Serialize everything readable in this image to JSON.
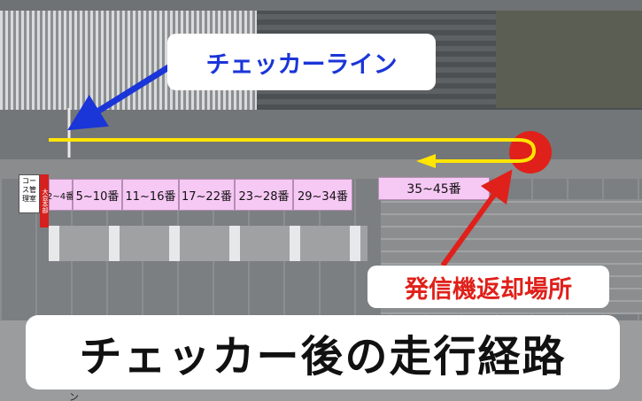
{
  "map": {
    "checker_line_label": "チェッカーライン",
    "return_point_label": "発信機返却場所",
    "main_title": "チェッカー後の走行経路",
    "course_office_label": "コース管理室",
    "hq_label": "大会本部",
    "zones": [
      {
        "id": "z1",
        "label": "2~4番"
      },
      {
        "id": "z2",
        "label": "5~10番"
      },
      {
        "id": "z3",
        "label": "11~16番"
      },
      {
        "id": "z4",
        "label": "17~22番"
      },
      {
        "id": "z5",
        "label": "23~28番"
      },
      {
        "id": "z6",
        "label": "29~34番"
      },
      {
        "id": "z7",
        "label": "35~45番"
      }
    ],
    "bottom_fragment": "ン",
    "colors": {
      "route_yellow": "#ffe500",
      "arrow_blue": "#1a35d8",
      "arrow_red": "#e0201a",
      "zone_pink": "#f6c8f4"
    }
  }
}
